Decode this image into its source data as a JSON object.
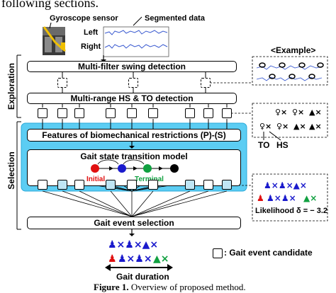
{
  "header_text": "following sections.",
  "sensor": {
    "label": "Gyroscope sensor",
    "left": "Left",
    "right": "Right"
  },
  "segmented_label": "Segmented data",
  "example_label": "<Example>",
  "phases": {
    "exploration": "Exploration",
    "selection": "Selection"
  },
  "boxes": {
    "swing": "Multi-filter swing detection",
    "hs_to": "Multi-range HS & TO detection",
    "features": "Features of biomechanical restrictions (P)-(S)",
    "model": "Gait state transition model",
    "event_selection": "Gait event selection"
  },
  "states": {
    "initial": "Initial",
    "terminal": "Terminal"
  },
  "to_hs": {
    "to": "TO",
    "hs": "HS"
  },
  "likelihood": "Likelihood δ = − 3.2",
  "legend": ": Gait event candidate",
  "gait_duration": "Gait duration",
  "caption": {
    "label": "Figure 1.",
    "text": "Overview of proposed method."
  },
  "colors": {
    "accent_blue": "#1a1acc",
    "red": "#e01010",
    "green": "#10a040",
    "panel": "#46c3ef"
  }
}
